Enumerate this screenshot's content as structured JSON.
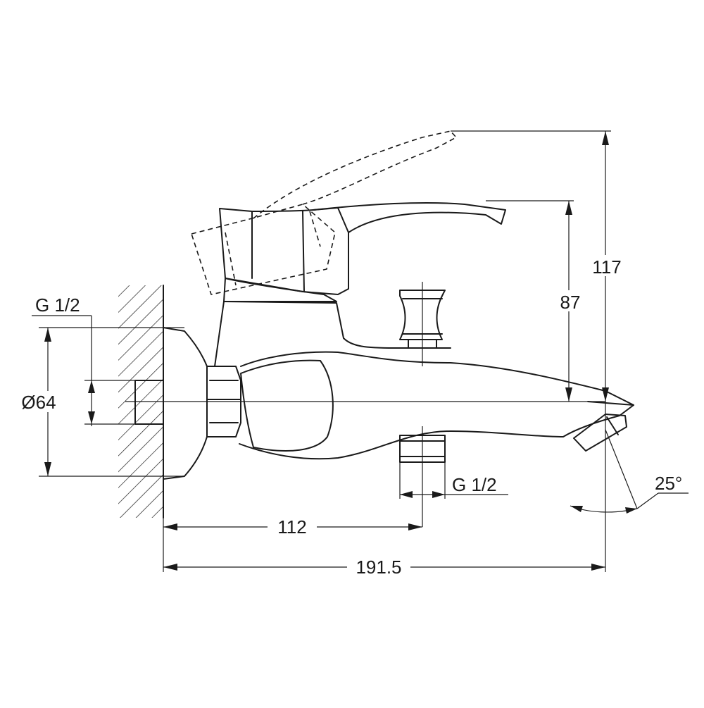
{
  "dimensions": {
    "total_length": "191.5",
    "wall_to_outlet": "112",
    "flange_diameter": "Ø64",
    "total_height": "117",
    "handle_height": "87",
    "spout_angle": "25°",
    "inlet_thread": "G 1/2",
    "outlet_thread": "G 1/2"
  },
  "colors": {
    "line": "#1a1a1a",
    "background": "#ffffff"
  }
}
